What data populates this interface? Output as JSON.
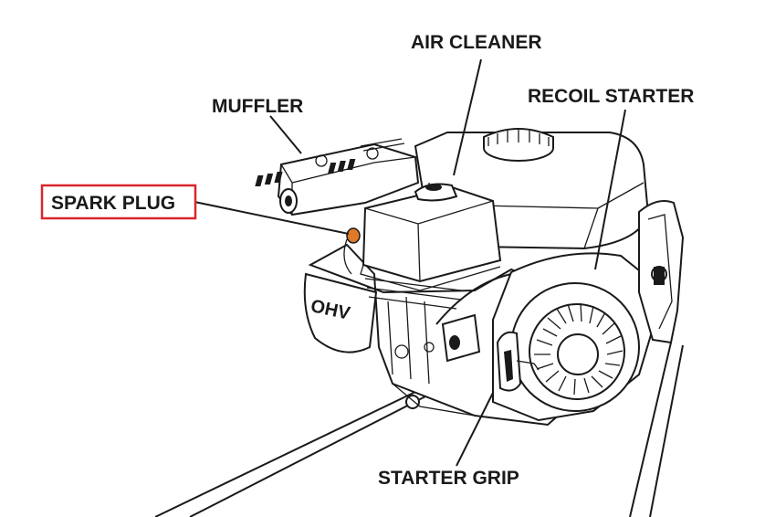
{
  "labels": {
    "air_cleaner": "AIR CLEANER",
    "recoil_starter": "RECOIL STARTER",
    "muffler": "MUFFLER",
    "spark_plug": "SPARK PLUG",
    "starter_grip": "STARTER GRIP"
  },
  "engine_mark": "OHV",
  "colors": {
    "highlight_box": "#d9262b",
    "spark_plug": "#e07a2a",
    "ink": "#1a1a1a"
  }
}
